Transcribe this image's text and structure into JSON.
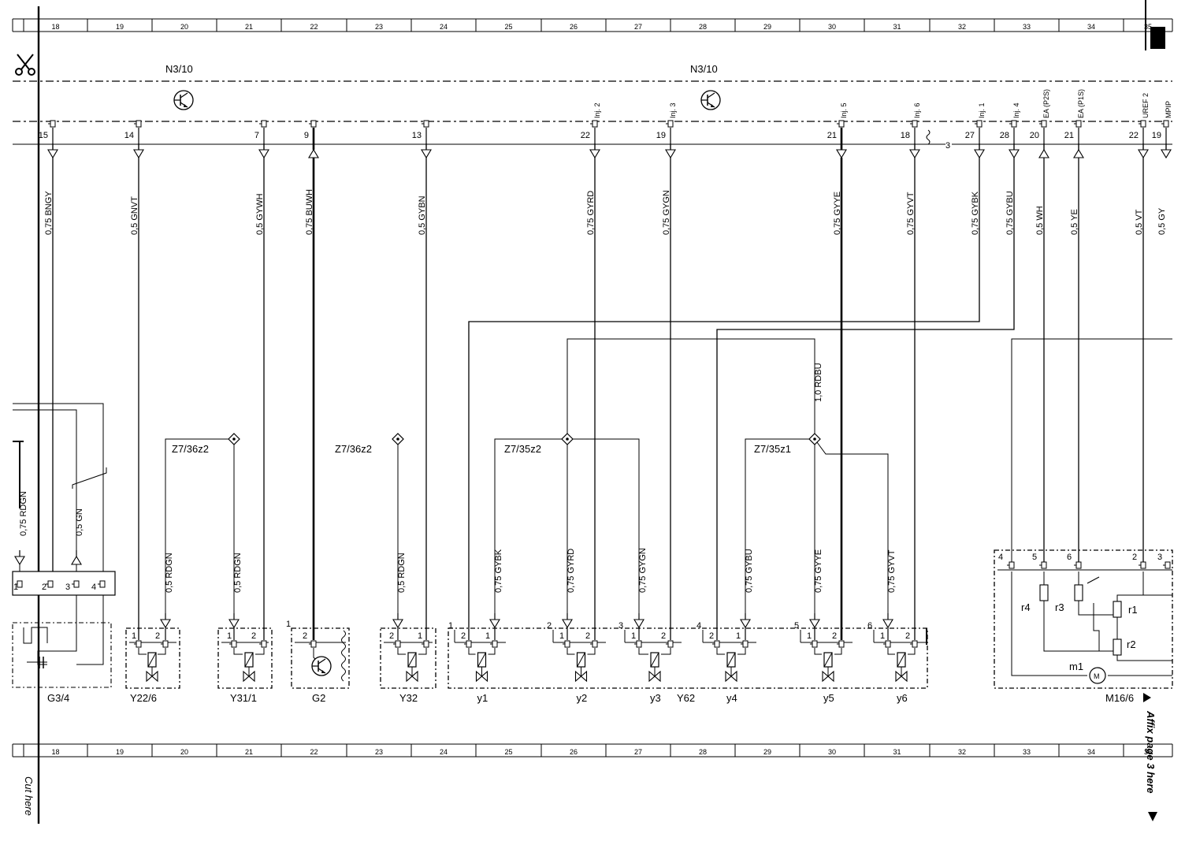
{
  "grid_numbers": [
    "18",
    "19",
    "20",
    "21",
    "22",
    "23",
    "24",
    "25",
    "26",
    "27",
    "28",
    "29",
    "30",
    "31",
    "32",
    "33",
    "34",
    "35"
  ],
  "header": {
    "controller_label_left": "N3/10",
    "controller_label_right": "N3/10"
  },
  "ecu_pins": [
    {
      "pin": "15",
      "wire": "0,75 BNGY",
      "dir": "down",
      "bold": false,
      "signal": ""
    },
    {
      "pin": "14",
      "wire": "0,5 GNVT",
      "dir": "down",
      "bold": false,
      "signal": ""
    },
    {
      "pin": "7",
      "wire": "0,5 GYWH",
      "dir": "down",
      "bold": false,
      "signal": ""
    },
    {
      "pin": "9",
      "wire": "0,75 BUWH",
      "dir": "up",
      "bold": true,
      "signal": ""
    },
    {
      "pin": "13",
      "wire": "0,5 GYBN",
      "dir": "down",
      "bold": false,
      "signal": ""
    },
    {
      "pin": "22",
      "wire": "0,75 GYRD",
      "dir": "down",
      "bold": false,
      "signal": "Inj. 2"
    },
    {
      "pin": "19",
      "wire": "0,75 GYGN",
      "dir": "down",
      "bold": false,
      "signal": "Inj. 3"
    },
    {
      "pin": "21",
      "wire": "0,75 GYYE",
      "dir": "down",
      "bold": true,
      "signal": "Inj. 5"
    },
    {
      "pin": "18",
      "wire": "0,75 GYVT",
      "dir": "down",
      "bold": false,
      "signal": "Inj. 6"
    },
    {
      "pin": "27",
      "wire": "0,75 GYBK",
      "dir": "down",
      "bold": false,
      "signal": "Inj. 1"
    },
    {
      "pin": "28",
      "wire": "0,75 GYBU",
      "dir": "down",
      "bold": false,
      "signal": "Inj. 4"
    },
    {
      "pin": "20",
      "wire": "0,5 WH",
      "dir": "up",
      "bold": false,
      "signal": "EA (P2S)"
    },
    {
      "pin": "21",
      "wire": "0,5 YE",
      "dir": "up",
      "bold": false,
      "signal": "EA (P1S)"
    },
    {
      "pin": "22",
      "wire": "0,5 VT",
      "dir": "down",
      "bold": false,
      "signal": "UREF 2"
    },
    {
      "pin": "19",
      "wire": "0,5 GY",
      "dir": "down",
      "bold": false,
      "signal": "MPIP"
    }
  ],
  "misc_labels": {
    "pin_3": "3",
    "wire_rdbu": "1,0 RDBU"
  },
  "splices": [
    "Z7/36z2",
    "Z7/36z2",
    "Z7/35z2",
    "Z7/35z1"
  ],
  "lower_wires": [
    "0,5 RDGN",
    "0,5 RDGN",
    "0,5 RDGN",
    "0,75 GYBK",
    "0,75 GYRD",
    "0,75 GYGN",
    "0,75 GYBU",
    "0,75 GYYE",
    "0,75 GYVT"
  ],
  "left_block": {
    "wire1": "0,75 RDGN",
    "wire2": "0,5 GN",
    "pins": [
      "1",
      "2",
      "3",
      "4"
    ],
    "label": "G3/4"
  },
  "components": [
    {
      "name": "Y22/6",
      "pins": [
        "1",
        "2"
      ]
    },
    {
      "name": "Y31/1",
      "pins": [
        "1",
        "2"
      ]
    },
    {
      "name": "G2",
      "pins": [
        "1",
        "2"
      ]
    },
    {
      "name": "Y32",
      "pins": [
        "2",
        "1"
      ]
    }
  ],
  "injectors": {
    "group": "Y62",
    "items": [
      {
        "name": "y1",
        "num": "1",
        "pins": [
          "2",
          "1"
        ]
      },
      {
        "name": "y2",
        "num": "2",
        "pins": [
          "1",
          "2"
        ]
      },
      {
        "name": "y3",
        "num": "3",
        "pins": [
          "1",
          "2"
        ]
      },
      {
        "name": "y4",
        "num": "4",
        "pins": [
          "2",
          "1"
        ]
      },
      {
        "name": "y5",
        "num": "5",
        "pins": [
          "1",
          "2"
        ]
      },
      {
        "name": "y6",
        "num": "6",
        "pins": [
          "1",
          "2"
        ]
      }
    ]
  },
  "m16": {
    "label": "M16/6",
    "pins": [
      "4",
      "5",
      "6",
      "2",
      "3"
    ],
    "parts": [
      "r4",
      "r3",
      "r1",
      "r2",
      "m1"
    ]
  },
  "notes": {
    "affix": "Affix page 3 here",
    "cut": "Cut here"
  }
}
